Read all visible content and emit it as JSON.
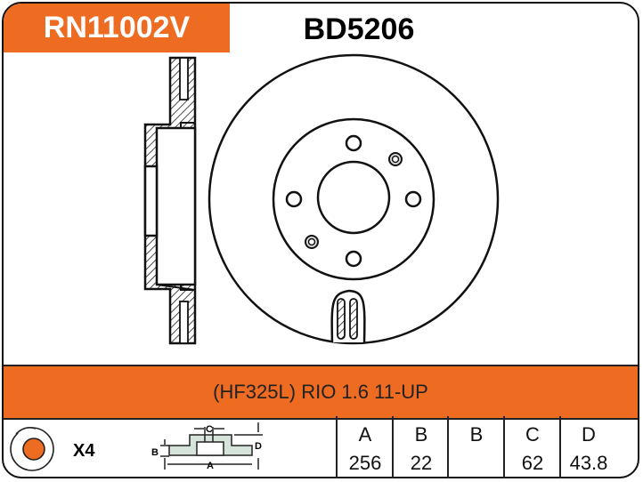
{
  "header": {
    "part_number": "RN11002V",
    "reference": "BD5206"
  },
  "application": "(HF325L) RIO 1.6 11-UP",
  "quantity": "X4",
  "diagram_labels": {
    "a": "A",
    "b": "B",
    "c": "C",
    "d": "D"
  },
  "specs": [
    {
      "label": "A",
      "value": "256"
    },
    {
      "label": "B",
      "value": "22"
    },
    {
      "label": "B",
      "value": ""
    },
    {
      "label": "C",
      "value": "62"
    },
    {
      "label": "D",
      "value": "43.8"
    }
  ],
  "colors": {
    "accent": "#ee6b22"
  }
}
